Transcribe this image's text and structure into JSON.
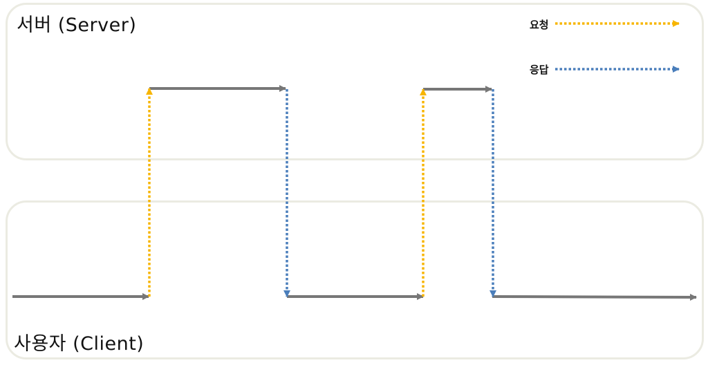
{
  "server": {
    "title": "서버 (Server)"
  },
  "client": {
    "title": "사용자 (Client)"
  },
  "legend": {
    "request": "요청",
    "response": "응답"
  },
  "colors": {
    "request": "#f7b500",
    "response": "#4a7ebb",
    "timeline": "#777777",
    "lane_border": "#ebebe2"
  }
}
